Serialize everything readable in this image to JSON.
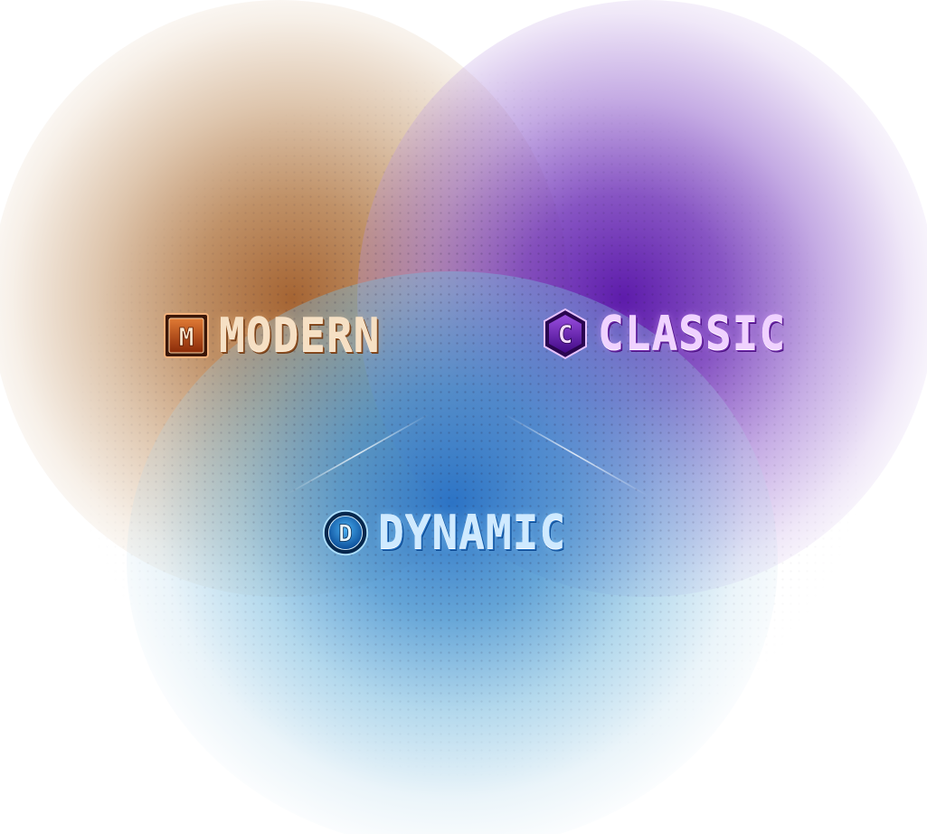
{
  "modes": [
    {
      "id": "modern",
      "label": "MODERN",
      "badge_letter": "M",
      "icon": "modern-square-badge-icon",
      "colors": {
        "text": "#f6e0c4",
        "accent": "#a35620",
        "badge_fill": "#c45a1c",
        "badge_border": "#f2b07a"
      }
    },
    {
      "id": "classic",
      "label": "CLASSIC",
      "badge_letter": "C",
      "icon": "classic-hexagon-badge-icon",
      "colors": {
        "text": "#f0d2ff",
        "accent": "#5e16a8",
        "badge_fill": "#6a1fb0",
        "badge_border": "#e6c2ff"
      }
    },
    {
      "id": "dynamic",
      "label": "DYNAMIC",
      "badge_letter": "D",
      "icon": "dynamic-circle-badge-icon",
      "colors": {
        "text": "#cfeaff",
        "accent": "#2670c4",
        "badge_fill": "#0f6fc4",
        "badge_border": "#aee0ff"
      }
    }
  ]
}
